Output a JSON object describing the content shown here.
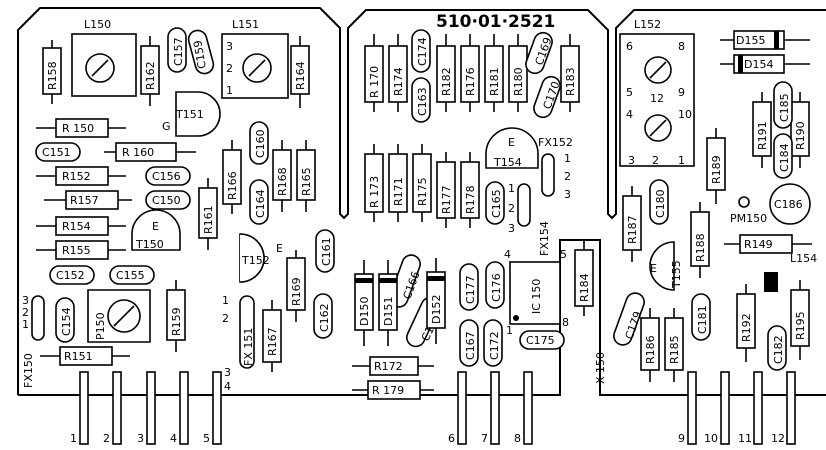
{
  "board_number": "510·01·2521",
  "coils": {
    "L150": "L150",
    "L151": "L151",
    "L152": "L152",
    "L154": "L154",
    "L151_pins": [
      "1",
      "2",
      "3"
    ],
    "L152_pins": [
      "6",
      "8",
      "5",
      "12",
      "9",
      "4",
      "10",
      "3",
      "2",
      "1"
    ]
  },
  "resistors_h": [
    {
      "id": "R150",
      "label": "R 150"
    },
    {
      "id": "R160",
      "label": "R 160"
    },
    {
      "id": "R152",
      "label": "R152"
    },
    {
      "id": "R157",
      "label": "R157"
    },
    {
      "id": "R154",
      "label": "R154"
    },
    {
      "id": "R155",
      "label": "R155"
    },
    {
      "id": "R151",
      "label": "R151"
    },
    {
      "id": "R172",
      "label": "R172"
    },
    {
      "id": "R179",
      "label": "R 179"
    },
    {
      "id": "R149",
      "label": "R149"
    }
  ],
  "resistors_v": [
    {
      "id": "R158",
      "label": "R158"
    },
    {
      "id": "R162",
      "label": "R162"
    },
    {
      "id": "R164",
      "label": "R164"
    },
    {
      "id": "R166",
      "label": "R166"
    },
    {
      "id": "R168",
      "label": "R168"
    },
    {
      "id": "R165",
      "label": "R165"
    },
    {
      "id": "R161",
      "label": "R161"
    },
    {
      "id": "R169",
      "label": "R169"
    },
    {
      "id": "R167",
      "label": "R167"
    },
    {
      "id": "R159",
      "label": "R159"
    },
    {
      "id": "R170",
      "label": "R 170"
    },
    {
      "id": "R174",
      "label": "R174"
    },
    {
      "id": "R182",
      "label": "R182"
    },
    {
      "id": "R176",
      "label": "R176"
    },
    {
      "id": "R181",
      "label": "R181"
    },
    {
      "id": "R180",
      "label": "R180"
    },
    {
      "id": "R183",
      "label": "R183"
    },
    {
      "id": "R173",
      "label": "R 173"
    },
    {
      "id": "R171",
      "label": "R171"
    },
    {
      "id": "R175",
      "label": "R175"
    },
    {
      "id": "R177",
      "label": "R177"
    },
    {
      "id": "R178",
      "label": "R178"
    },
    {
      "id": "R184",
      "label": "R184"
    },
    {
      "id": "R191",
      "label": "R191"
    },
    {
      "id": "R190",
      "label": "R190"
    },
    {
      "id": "R189",
      "label": "R189"
    },
    {
      "id": "R187",
      "label": "R187"
    },
    {
      "id": "R188",
      "label": "R188"
    },
    {
      "id": "R186",
      "label": "R186"
    },
    {
      "id": "R185",
      "label": "R185"
    },
    {
      "id": "R192",
      "label": "R192"
    },
    {
      "id": "R195",
      "label": "R195"
    }
  ],
  "capacitors": [
    {
      "id": "C157",
      "label": "C157"
    },
    {
      "id": "C159",
      "label": "C159"
    },
    {
      "id": "C151",
      "label": "C151"
    },
    {
      "id": "C156",
      "label": "C156"
    },
    {
      "id": "C150",
      "label": "C150"
    },
    {
      "id": "C160",
      "label": "C160"
    },
    {
      "id": "C164",
      "label": "C164"
    },
    {
      "id": "C161",
      "label": "C161"
    },
    {
      "id": "C162",
      "label": "C162"
    },
    {
      "id": "C152",
      "label": "C152"
    },
    {
      "id": "C155",
      "label": "C155"
    },
    {
      "id": "C154",
      "label": "C154"
    },
    {
      "id": "C174",
      "label": "C174"
    },
    {
      "id": "C163",
      "label": "C163"
    },
    {
      "id": "C169",
      "label": "C169"
    },
    {
      "id": "C170",
      "label": "C170"
    },
    {
      "id": "C165",
      "label": "C165"
    },
    {
      "id": "C166",
      "label": "C166"
    },
    {
      "id": "C171",
      "label": "C171"
    },
    {
      "id": "C177",
      "label": "C177"
    },
    {
      "id": "C176",
      "label": "C176"
    },
    {
      "id": "C167",
      "label": "C167"
    },
    {
      "id": "C172",
      "label": "C172"
    },
    {
      "id": "C175",
      "label": "C175"
    },
    {
      "id": "C185",
      "label": "C185"
    },
    {
      "id": "C184",
      "label": "C184"
    },
    {
      "id": "C180",
      "label": "C180"
    },
    {
      "id": "C179",
      "label": "C179"
    },
    {
      "id": "C181",
      "label": "C181"
    },
    {
      "id": "C182",
      "label": "C182"
    },
    {
      "id": "C186",
      "label": "C186"
    }
  ],
  "transistors": [
    {
      "id": "T151",
      "label": "T151",
      "pin": "G"
    },
    {
      "id": "T150",
      "label": "T150",
      "pin": "E"
    },
    {
      "id": "T152",
      "label": "T152",
      "pin": "E"
    },
    {
      "id": "T154",
      "label": "T154",
      "pin": "E"
    },
    {
      "id": "T155",
      "label": "T155",
      "pin": "E"
    }
  ],
  "diodes": [
    {
      "id": "D150",
      "label": "D150"
    },
    {
      "id": "D151",
      "label": "D151"
    },
    {
      "id": "D152",
      "label": "D152"
    },
    {
      "id": "D155",
      "label": "D155"
    },
    {
      "id": "D154",
      "label": "D154"
    }
  ],
  "ic": {
    "label": "IC 150",
    "pins": [
      "4",
      "5",
      "1",
      "8"
    ]
  },
  "potentiometer": {
    "label": "P150"
  },
  "test_point": {
    "label": "PM150"
  },
  "connectors": {
    "FX150": {
      "label": "FX150",
      "pins": [
        "3",
        "2",
        "1"
      ]
    },
    "FX151": {
      "label": "FX 151",
      "pins": [
        "1",
        "2"
      ]
    },
    "FX152": {
      "label": "FX152",
      "pins": [
        "1",
        "2",
        "3"
      ]
    },
    "FX154": {
      "label": "FX154",
      "pins": [
        "1",
        "2",
        "3"
      ]
    },
    "X150": {
      "label": "X 150"
    },
    "pin34": [
      "3",
      "4"
    ]
  },
  "edge_pins": [
    "1",
    "2",
    "3",
    "4",
    "5",
    "6",
    "7",
    "8",
    "9",
    "10",
    "11",
    "12"
  ]
}
